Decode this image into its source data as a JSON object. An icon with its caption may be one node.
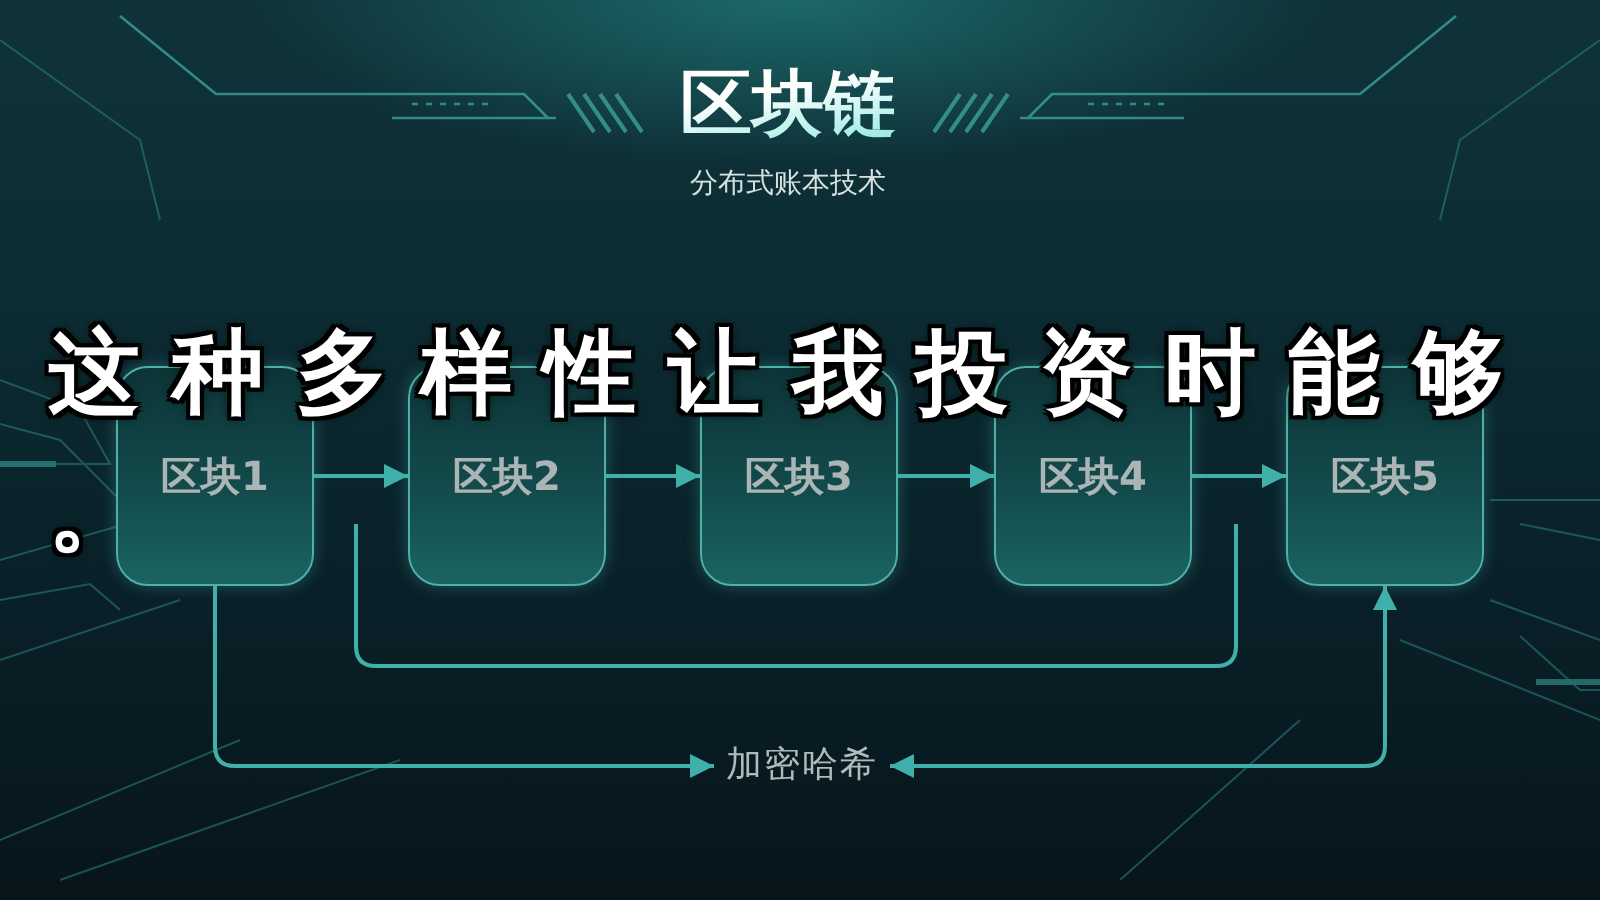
{
  "diagram": {
    "title": "区块链",
    "nodes": [
      {
        "text": [
          "区块1"
        ]
      },
      {
        "text": [
          "区块2"
        ]
      },
      {
        "text": [
          "区块3"
        ]
      },
      {
        "text": [
          "区块4"
        ]
      },
      {
        "text": [
          "区块5"
        ]
      },
      {
        "text": [
          "加密哈希"
        ]
      }
    ],
    "edges": [
      {
        "from": 0,
        "to": 1,
        "arrow": "to"
      },
      {
        "from": 1,
        "to": 2,
        "arrow": "to"
      },
      {
        "from": 2,
        "to": 3,
        "arrow": "to"
      },
      {
        "from": 3,
        "to": 4,
        "arrow": "to"
      },
      {
        "from": 0,
        "to": 5,
        "arrow": "to"
      },
      {
        "from": 5,
        "to": 4,
        "arrow": "both"
      }
    ],
    "labels": [
      "分布式账本技术",
      "这种多样性让我投资时能够",
      "。"
    ]
  }
}
